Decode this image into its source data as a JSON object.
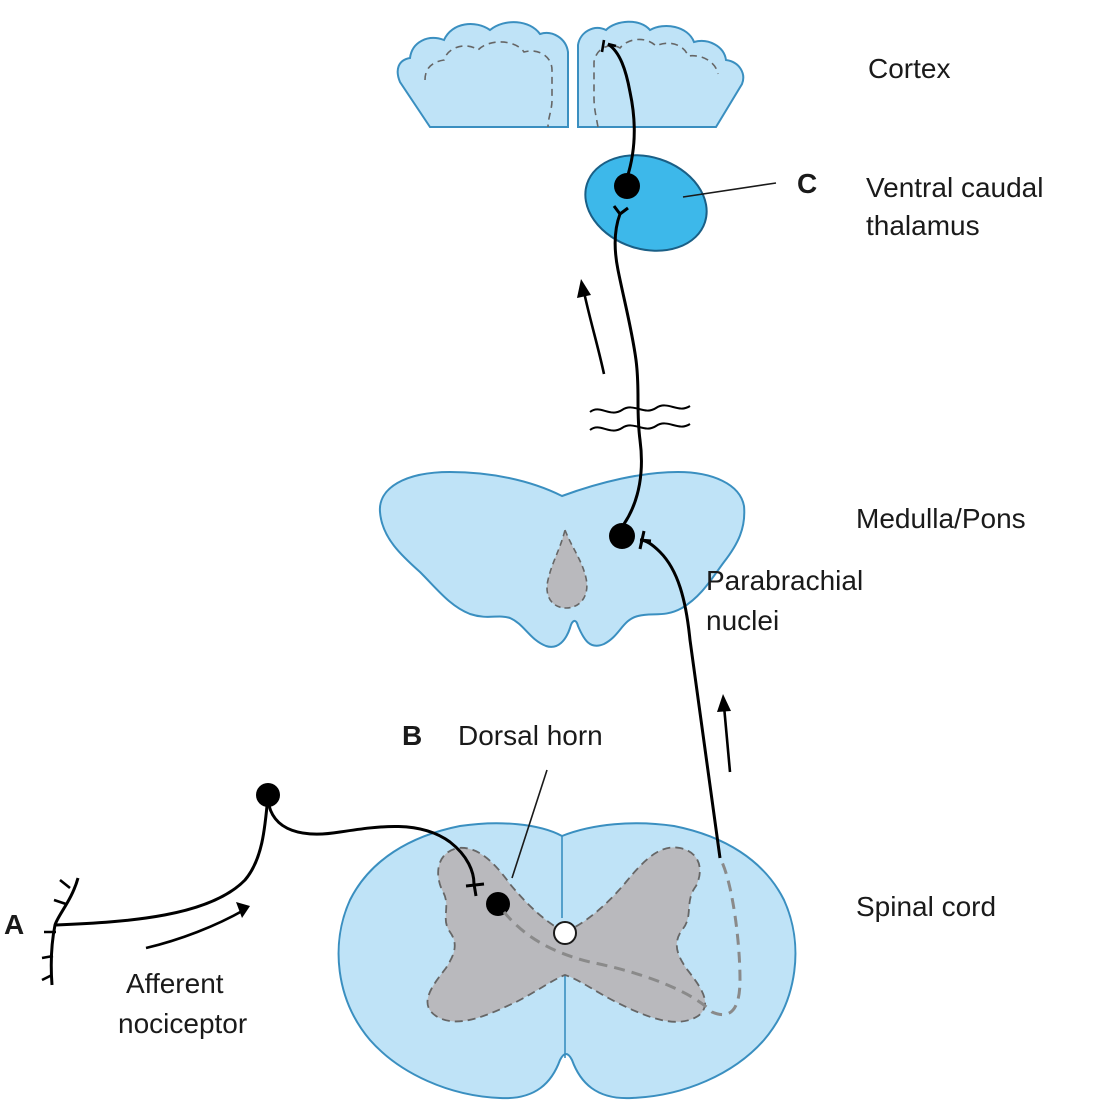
{
  "labels": {
    "cortex": "Cortex",
    "thalamus_line1": "Ventral caudal",
    "thalamus_line2": "thalamus",
    "marker_c": "C",
    "medulla": "Medulla/Pons",
    "parabrachial_line1": "Parabrachial",
    "parabrachial_line2": "nuclei",
    "marker_b": "B",
    "dorsal_horn": "Dorsal horn",
    "spinal_cord": "Spinal cord",
    "marker_a": "A",
    "afferent_line1": "Afferent",
    "afferent_line2": "nociceptor"
  },
  "colors": {
    "tissue_light": "#bfe3f7",
    "tissue_outline": "#3a8fc0",
    "thalamus_fill": "#3db8ea",
    "gray_matter": "#b9b9bd",
    "neuron": "#000000"
  }
}
